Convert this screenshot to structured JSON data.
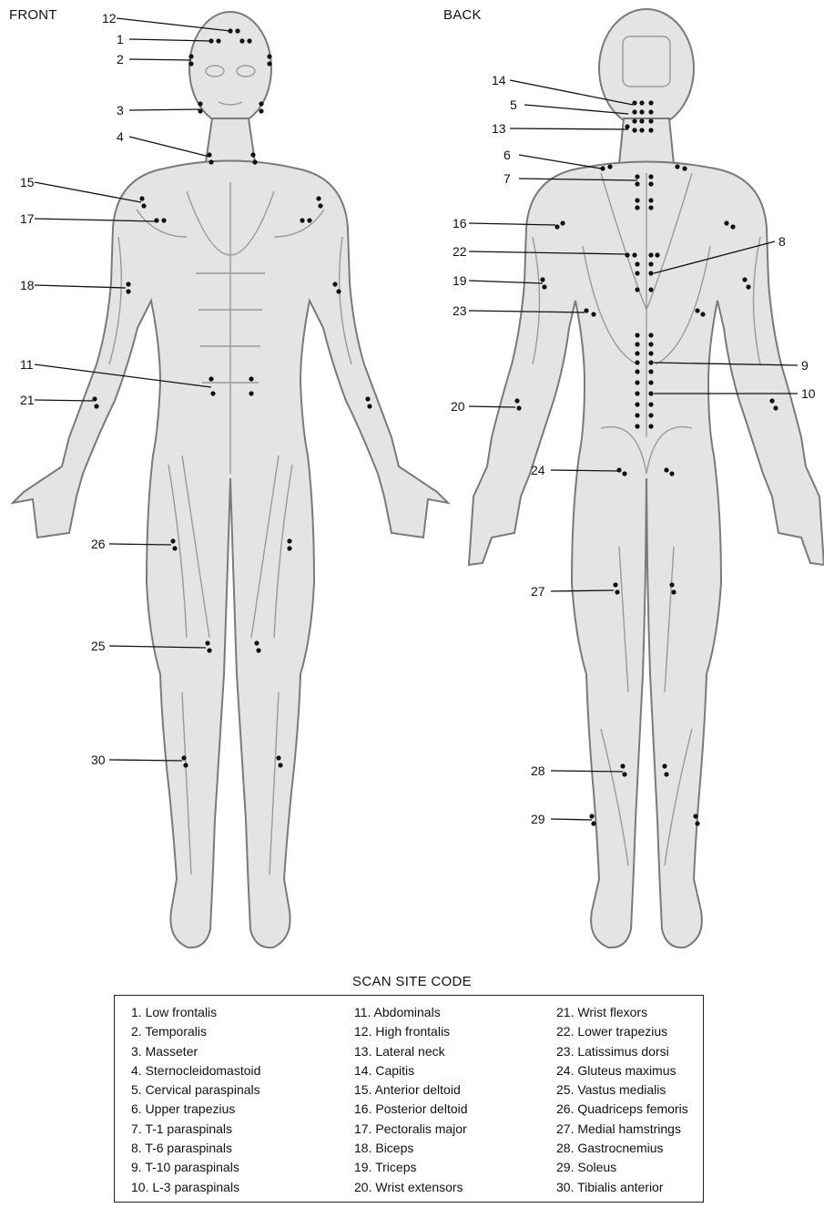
{
  "views": {
    "front_label": "FRONT",
    "back_label": "BACK"
  },
  "front_callouts": [
    "12",
    "1",
    "2",
    "3",
    "4",
    "15",
    "17",
    "18",
    "11",
    "21",
    "26",
    "25",
    "30"
  ],
  "back_callouts": [
    "14",
    "5",
    "13",
    "6",
    "7",
    "16",
    "22",
    "8",
    "19",
    "23",
    "9",
    "10",
    "20",
    "24",
    "27",
    "28",
    "29"
  ],
  "legend": {
    "title": "SCAN SITE CODE",
    "columns": [
      [
        "1.  Low frontalis",
        "2.  Temporalis",
        "3.  Masseter",
        "4.  Sternocleidomastoid",
        "5.  Cervical paraspinals",
        "6.  Upper trapezius",
        "7.  T-1 paraspinals",
        "8.  T-6 paraspinals",
        "9.  T-10 paraspinals",
        "10.  L-3 paraspinals"
      ],
      [
        "11.  Abdominals",
        "12.  High frontalis",
        "13.  Lateral neck",
        "14.  Capitis",
        "15.  Anterior deltoid",
        "16.  Posterior deltoid",
        "17.  Pectoralis major",
        "18.  Biceps",
        "19.  Triceps",
        "20.  Wrist extensors"
      ],
      [
        "21. Wrist flexors",
        "22.  Lower trapezius",
        "23.  Latissimus dorsi",
        "24.  Gluteus maximus",
        "25.  Vastus medialis",
        "26.  Quadriceps femoris",
        "27.  Medial hamstrings",
        "28.  Gastrocnemius",
        "29.  Soleus",
        "30.  Tibialis anterior"
      ]
    ]
  }
}
